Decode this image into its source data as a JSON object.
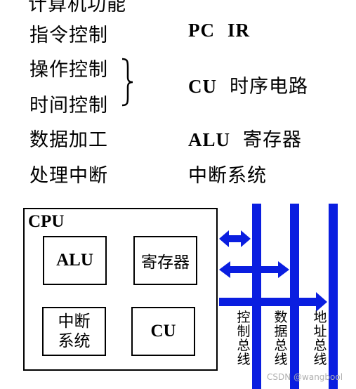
{
  "heading_partial": "计算机功能",
  "rows": [
    {
      "function": "指令控制",
      "parts": [
        "PC",
        "IR"
      ]
    },
    {
      "function": "操作控制",
      "parts": [
        "CU",
        "时序电路"
      ]
    },
    {
      "function": "时间控制"
    },
    {
      "function": "数据加工",
      "parts": [
        "ALU",
        "寄存器"
      ]
    },
    {
      "function": "处理中断",
      "parts": [
        "中断系统"
      ]
    }
  ],
  "diagram": {
    "cpu_label": "CPU",
    "units": {
      "alu": "ALU",
      "registers": "寄存器",
      "interrupt_line1": "中断",
      "interrupt_line2": "系统",
      "cu": "CU"
    },
    "buses": {
      "control": "控制总线",
      "data": "数据总线",
      "address": "地址总线"
    }
  },
  "colors": {
    "bus": "#0a1ee0",
    "ink": "#000000"
  },
  "watermark": "CSDN @wangbool"
}
